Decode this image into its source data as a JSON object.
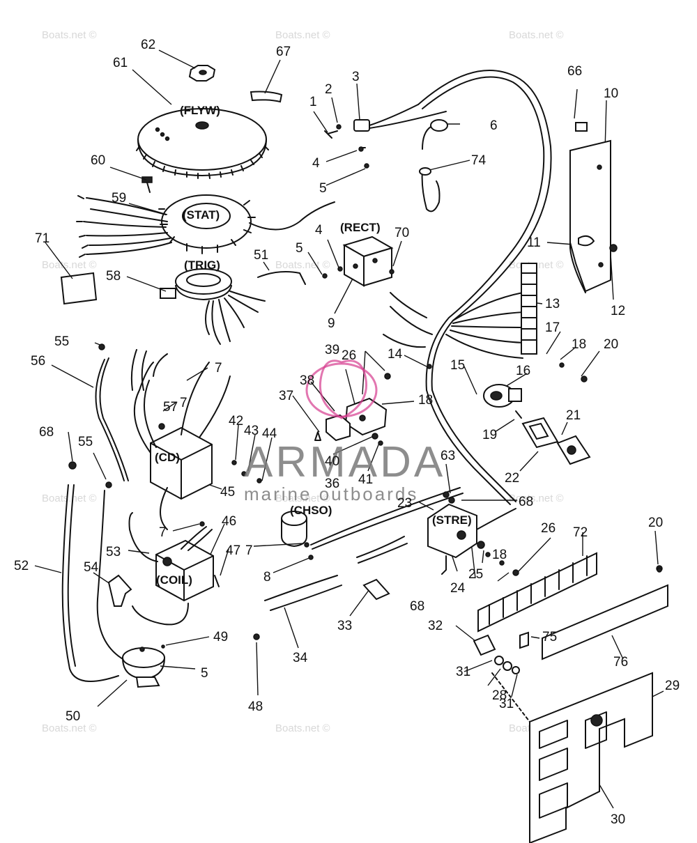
{
  "watermark": "Boats.net ©",
  "brand": {
    "name": "ARMADA",
    "tagline": "marine outboards"
  },
  "components": {
    "flyw": "(FLYW)",
    "stat": "(STAT)",
    "trig": "(TRIG)",
    "rect": "(RECT)",
    "cd": "(CD)",
    "chso": "(CHSO)",
    "stre": "(STRE)",
    "coil": "(COIL)"
  },
  "callouts": [
    "1",
    "2",
    "3",
    "4",
    "4",
    "5",
    "5",
    "5",
    "6",
    "7",
    "7",
    "7",
    "7",
    "8",
    "9",
    "10",
    "11",
    "12",
    "13",
    "14",
    "15",
    "16",
    "17",
    "18",
    "18",
    "18",
    "19",
    "20",
    "20",
    "21",
    "22",
    "23",
    "24",
    "25",
    "26",
    "26",
    "28",
    "29",
    "30",
    "31",
    "31",
    "32",
    "33",
    "34",
    "36",
    "37",
    "38",
    "39",
    "40",
    "41",
    "42",
    "43",
    "44",
    "45",
    "46",
    "47",
    "48",
    "49",
    "50",
    "51",
    "52",
    "53",
    "54",
    "55",
    "55",
    "56",
    "57",
    "58",
    "59",
    "60",
    "61",
    "62",
    "63",
    "66",
    "67",
    "68",
    "68",
    "68",
    "70",
    "71",
    "72",
    "74",
    "75",
    "76"
  ],
  "colors": {
    "line": "#111111",
    "brand": "#7a7a7a",
    "logo": "#d63c8f",
    "watermark": "#d8d8d8"
  }
}
